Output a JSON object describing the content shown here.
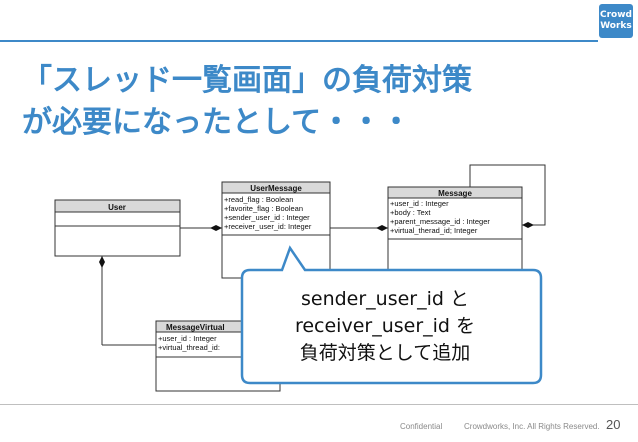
{
  "brand": {
    "logo_line1": "Crowd",
    "logo_line2": "Works",
    "accent": "#3d89c8"
  },
  "title": {
    "line1": "「スレッド一覧画面」の負荷対策",
    "line2": "が必要になったとして・・・"
  },
  "uml": {
    "user": {
      "name": "User"
    },
    "user_message": {
      "name": "UserMessage",
      "attributes": [
        "+read_flag : Boolean",
        "+favorite_flag : Boolean",
        "+sender_user_id : Integer",
        "+receiver_user_id: Integer"
      ]
    },
    "message": {
      "name": "Message",
      "attributes": [
        "+user_id : Integer",
        "+body : Text",
        "+parent_message_id : Integer",
        "+virtual_therad_id; Integer"
      ]
    },
    "message_virtual": {
      "name": "MessageVirtual",
      "attributes": [
        "+user_id : Integer",
        "+virtual_thread_id:"
      ]
    }
  },
  "callout": {
    "line1": "sender_user_id と",
    "line2": "receiver_user_id を",
    "line3": "負荷対策として追加"
  },
  "footer": {
    "confidential": "Confidential",
    "copyright": "Crowdworks, Inc. All Rights Reserved.",
    "page": "20"
  }
}
